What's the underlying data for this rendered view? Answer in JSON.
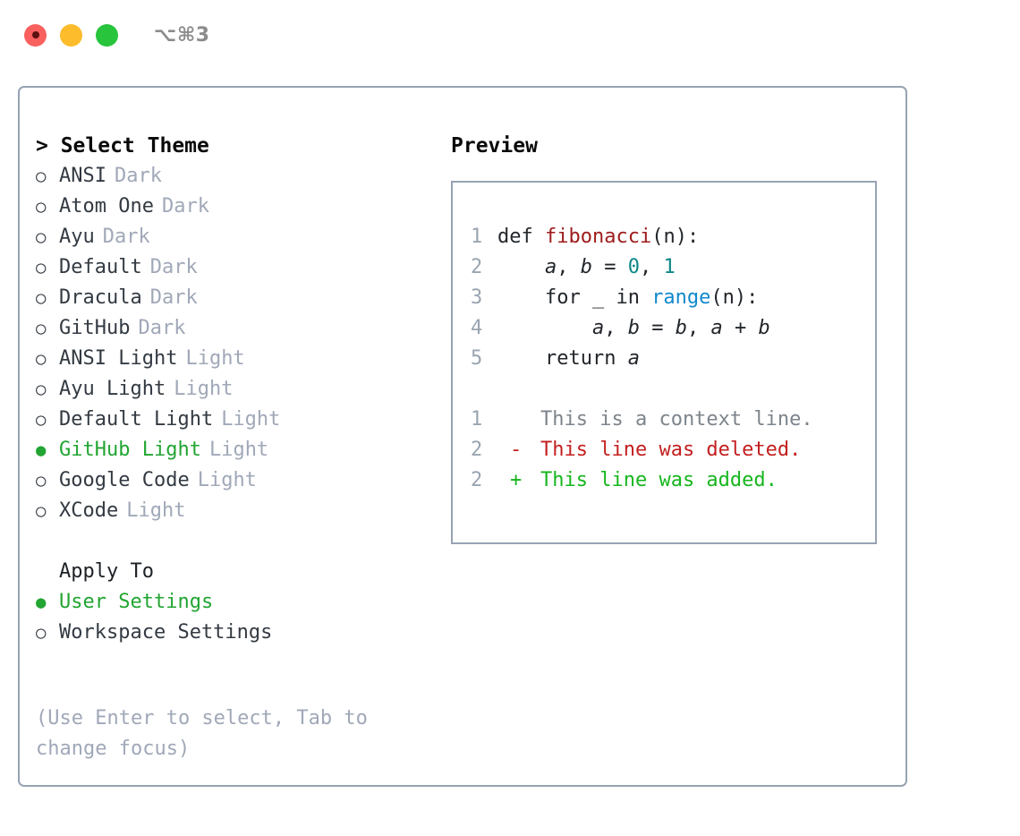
{
  "window": {
    "shortcut": "⌥⌘3",
    "traffic_lights": [
      {
        "name": "close",
        "color": "#f9605e"
      },
      {
        "name": "minimize",
        "color": "#fcbc2c"
      },
      {
        "name": "maximize",
        "color": "#27c43c"
      }
    ]
  },
  "theme_list": {
    "title": "> Select Theme",
    "items": [
      {
        "bullet": "○",
        "name": "ANSI",
        "variant": "Dark",
        "selected": false
      },
      {
        "bullet": "○",
        "name": "Atom One",
        "variant": "Dark",
        "selected": false
      },
      {
        "bullet": "○",
        "name": "Ayu",
        "variant": "Dark",
        "selected": false
      },
      {
        "bullet": "○",
        "name": "Default",
        "variant": "Dark",
        "selected": false
      },
      {
        "bullet": "○",
        "name": "Dracula",
        "variant": "Dark",
        "selected": false
      },
      {
        "bullet": "○",
        "name": "GitHub",
        "variant": "Dark",
        "selected": false
      },
      {
        "bullet": "○",
        "name": "ANSI Light",
        "variant": "Light",
        "selected": false
      },
      {
        "bullet": "○",
        "name": "Ayu Light",
        "variant": "Light",
        "selected": false
      },
      {
        "bullet": "○",
        "name": "Default Light",
        "variant": "Light",
        "selected": false
      },
      {
        "bullet": "●",
        "name": "GitHub Light",
        "variant": "Light",
        "selected": true
      },
      {
        "bullet": "○",
        "name": "Google Code",
        "variant": "Light",
        "selected": false
      },
      {
        "bullet": "○",
        "name": "XCode",
        "variant": "Light",
        "selected": false
      }
    ]
  },
  "apply_to": {
    "title": "Apply To",
    "items": [
      {
        "bullet": "●",
        "name": "User Settings",
        "selected": true
      },
      {
        "bullet": "○",
        "name": "Workspace Settings",
        "selected": false
      }
    ]
  },
  "hint": "(Use Enter to select, Tab to change focus)",
  "preview": {
    "title": "Preview",
    "code_lines": [
      {
        "no": "1",
        "segments": [
          {
            "text": "def ",
            "style": "plain"
          },
          {
            "text": "fibonacci",
            "style": "fn"
          },
          {
            "text": "(n):",
            "style": "plain"
          }
        ]
      },
      {
        "no": "2",
        "segments": [
          {
            "text": "    ",
            "style": "plain"
          },
          {
            "text": "a",
            "style": "var"
          },
          {
            "text": ", ",
            "style": "plain"
          },
          {
            "text": "b",
            "style": "var"
          },
          {
            "text": " = ",
            "style": "plain"
          },
          {
            "text": "0",
            "style": "num"
          },
          {
            "text": ", ",
            "style": "plain"
          },
          {
            "text": "1",
            "style": "num"
          }
        ]
      },
      {
        "no": "3",
        "segments": [
          {
            "text": "    for _ in ",
            "style": "plain"
          },
          {
            "text": "range",
            "style": "call"
          },
          {
            "text": "(n):",
            "style": "plain"
          }
        ]
      },
      {
        "no": "4",
        "segments": [
          {
            "text": "        ",
            "style": "plain"
          },
          {
            "text": "a",
            "style": "var"
          },
          {
            "text": ", ",
            "style": "plain"
          },
          {
            "text": "b",
            "style": "var"
          },
          {
            "text": " = ",
            "style": "plain"
          },
          {
            "text": "b",
            "style": "var"
          },
          {
            "text": ", ",
            "style": "plain"
          },
          {
            "text": "a",
            "style": "var"
          },
          {
            "text": " + ",
            "style": "plain"
          },
          {
            "text": "b",
            "style": "var"
          }
        ]
      },
      {
        "no": "5",
        "segments": [
          {
            "text": "    return ",
            "style": "plain"
          },
          {
            "text": "a",
            "style": "var"
          }
        ]
      }
    ],
    "diff_lines": [
      {
        "no": "1",
        "marker": " ",
        "text": "This is a context line.",
        "kind": "context"
      },
      {
        "no": "2",
        "marker": "-",
        "text": "This line was deleted.",
        "kind": "deleted"
      },
      {
        "no": "2",
        "marker": "+",
        "text": "This line was added.",
        "kind": "added"
      }
    ]
  },
  "colors": {
    "selected_green": "#22a532",
    "muted_gray": "#a0a8b8",
    "border": "#97a3b3",
    "syntax_function": "#9e1b1b",
    "syntax_number": "#0f8787",
    "syntax_call": "#1189cd",
    "diff_deleted": "#c31f1f",
    "diff_added": "#16b61e"
  }
}
